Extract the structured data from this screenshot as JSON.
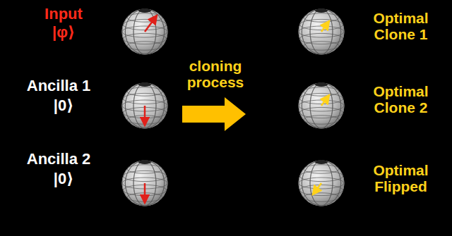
{
  "diagram": {
    "labels": [
      "Input",
      "|φ⟩",
      "Ancilla 1",
      "|0⟩",
      "Ancilla 2",
      "|0⟩",
      "cloning process",
      "Optimal Clone 1",
      "Optimal Clone 2",
      "Optimal Flipped"
    ]
  }
}
